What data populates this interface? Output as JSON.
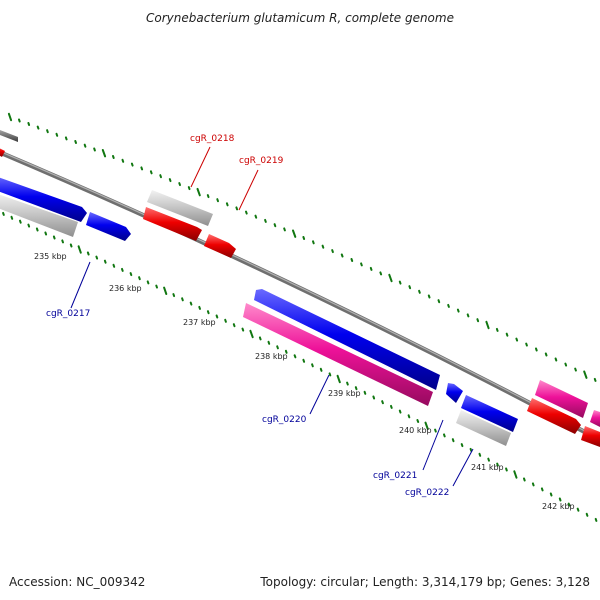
{
  "header": {
    "title": "Corynebacterium glutamicum R, complete genome"
  },
  "footer": {
    "accession": "Accession: NC_009342",
    "summary": "Topology: circular; Length: 3,314,179 bp; Genes: 3,128"
  },
  "colors": {
    "forward_gene": "#0000ee",
    "reverse_gene": "#ee0000",
    "rna_gene": "#ee1199",
    "other_gene": "#cccccc",
    "backbone": "#888888",
    "tick": "#117711",
    "forward_label": "#000099",
    "reverse_label": "#cc0000"
  },
  "kbp_labels": [
    "235 kbp",
    "236 kbp",
    "237 kbp",
    "238 kbp",
    "239 kbp",
    "240 kbp",
    "241 kbp",
    "242 kbp"
  ],
  "gene_labels": [
    {
      "name": "cgR_0218",
      "strand": "reverse"
    },
    {
      "name": "cgR_0219",
      "strand": "reverse"
    },
    {
      "name": "cgR_0217",
      "strand": "forward"
    },
    {
      "name": "cgR_0220",
      "strand": "forward"
    },
    {
      "name": "cgR_0221",
      "strand": "forward"
    },
    {
      "name": "cgR_0222",
      "strand": "forward"
    }
  ]
}
